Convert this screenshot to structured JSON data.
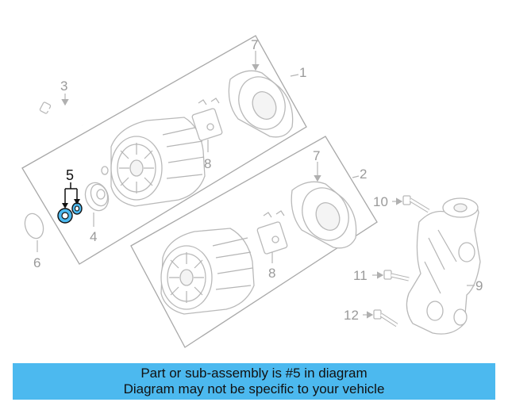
{
  "callouts": {
    "c1": "1",
    "c2": "2",
    "c3": "3",
    "c4": "4",
    "c5": "5",
    "c6": "6",
    "c7a": "7",
    "c7b": "7",
    "c8a": "8",
    "c8b": "8",
    "c9": "9",
    "c10": "10",
    "c11": "11",
    "c12": "12"
  },
  "highlight": {
    "part_number": "5",
    "color": "#4cb9ef"
  },
  "banner": {
    "line1": "Part or sub-assembly is #5 in diagram",
    "line2": "Diagram may not be specific to your vehicle",
    "background": "#4cb9ef"
  }
}
